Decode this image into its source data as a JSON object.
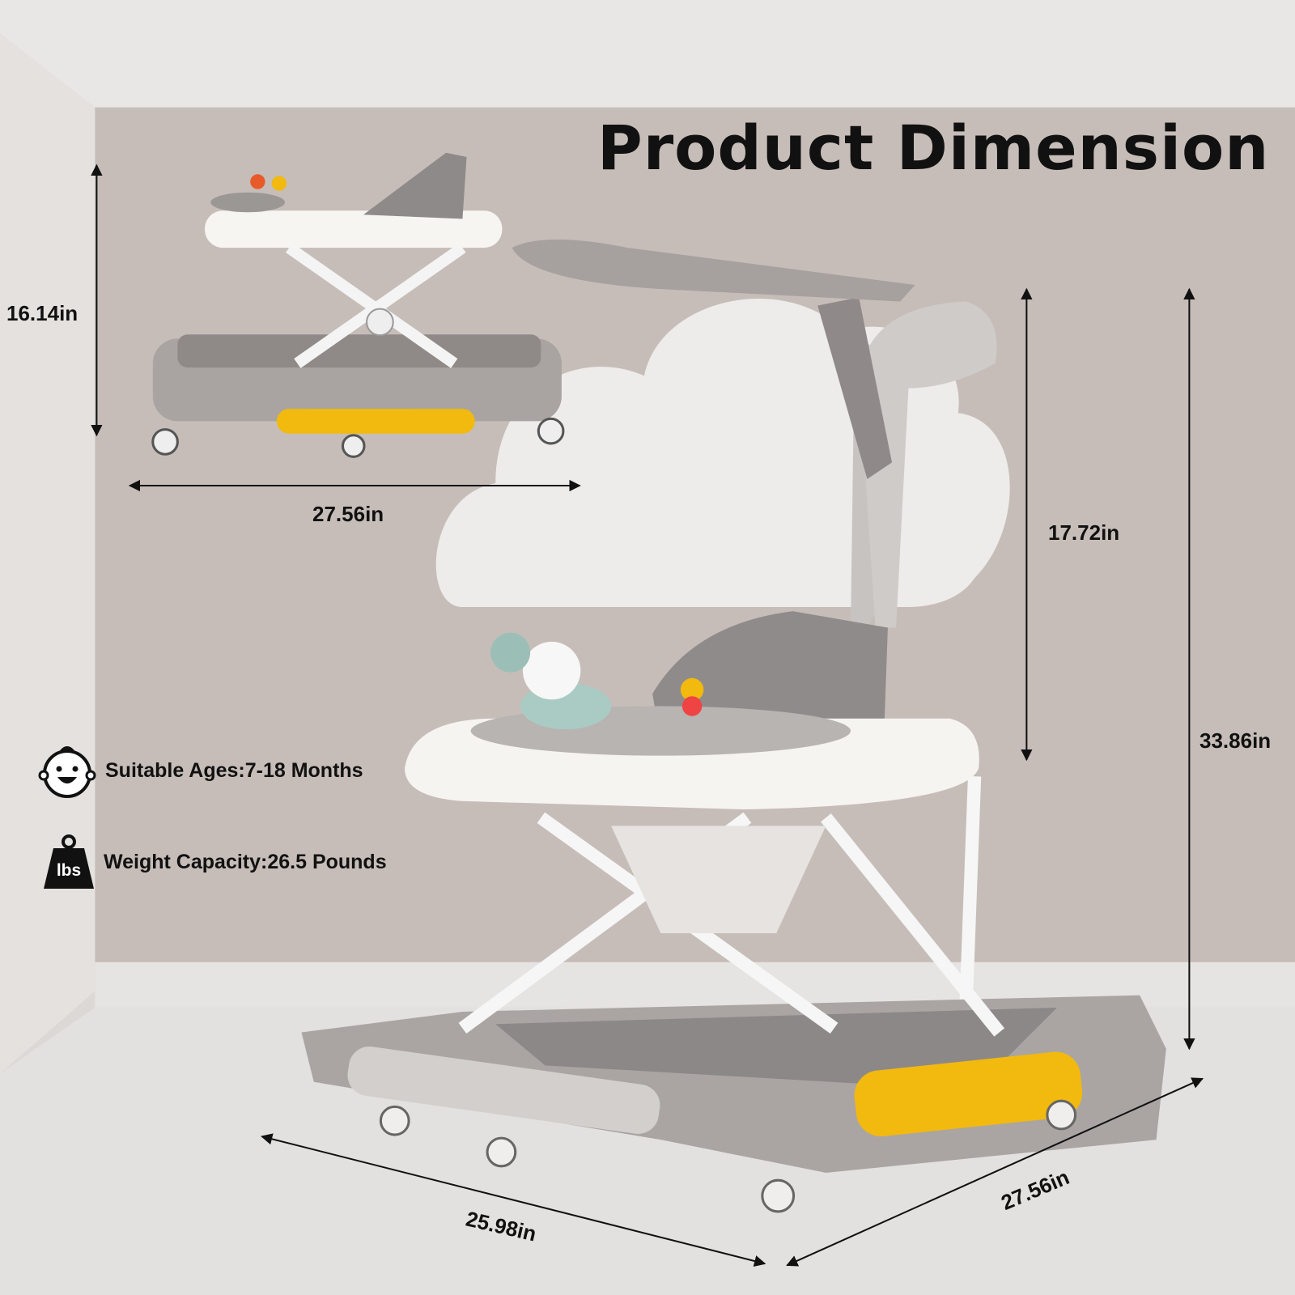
{
  "title": "Product Dimension",
  "dimensions": {
    "folded_height": "16.14in",
    "folded_width": "27.56in",
    "canopy_height": "17.72in",
    "total_height": "33.86in",
    "length": "25.98in",
    "width": "27.56in"
  },
  "features": [
    {
      "icon": "baby-face-icon",
      "text": "Suitable Ages:7-18 Months"
    },
    {
      "icon": "weight-icon",
      "text": "Weight Capacity:26.5 Pounds",
      "icon_label": "lbs"
    }
  ],
  "colors": {
    "accent": "#f2b90f",
    "body": "#a9a4a2",
    "wall": "#c5bcb7"
  }
}
